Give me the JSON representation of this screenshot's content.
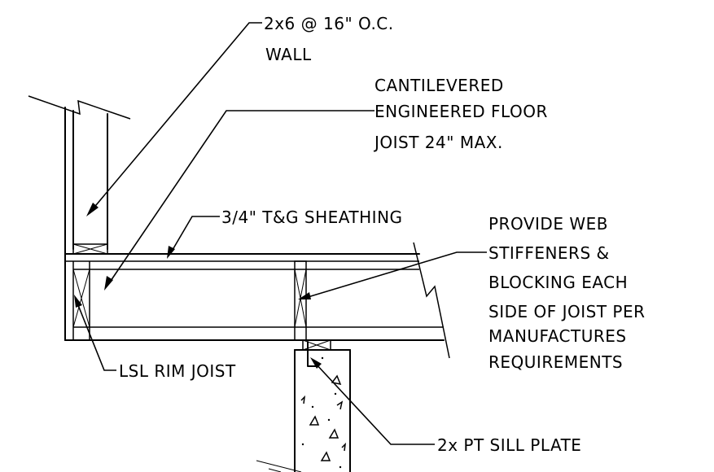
{
  "labels": {
    "wall_line1": "2x6 @ 16\" O.C.",
    "wall_line2": "WALL",
    "joist_line1": "CANTILEVERED",
    "joist_line2": "ENGINEERED FLOOR",
    "joist_line3": "JOIST 24\" MAX.",
    "sheathing": "3/4\" T&G SHEATHING",
    "stiffeners_line1": "PROVIDE WEB",
    "stiffeners_line2": "STIFFENERS &",
    "stiffeners_line3": "BLOCKING EACH",
    "stiffeners_line4": "SIDE OF JOIST PER",
    "stiffeners_line5": "MANUFACTURES",
    "stiffeners_line6": "REQUIREMENTS",
    "rim": "LSL RIM JOIST",
    "sill": "2x PT SILL PLATE"
  },
  "colors": {
    "line": "#000000",
    "background": "#ffffff"
  }
}
